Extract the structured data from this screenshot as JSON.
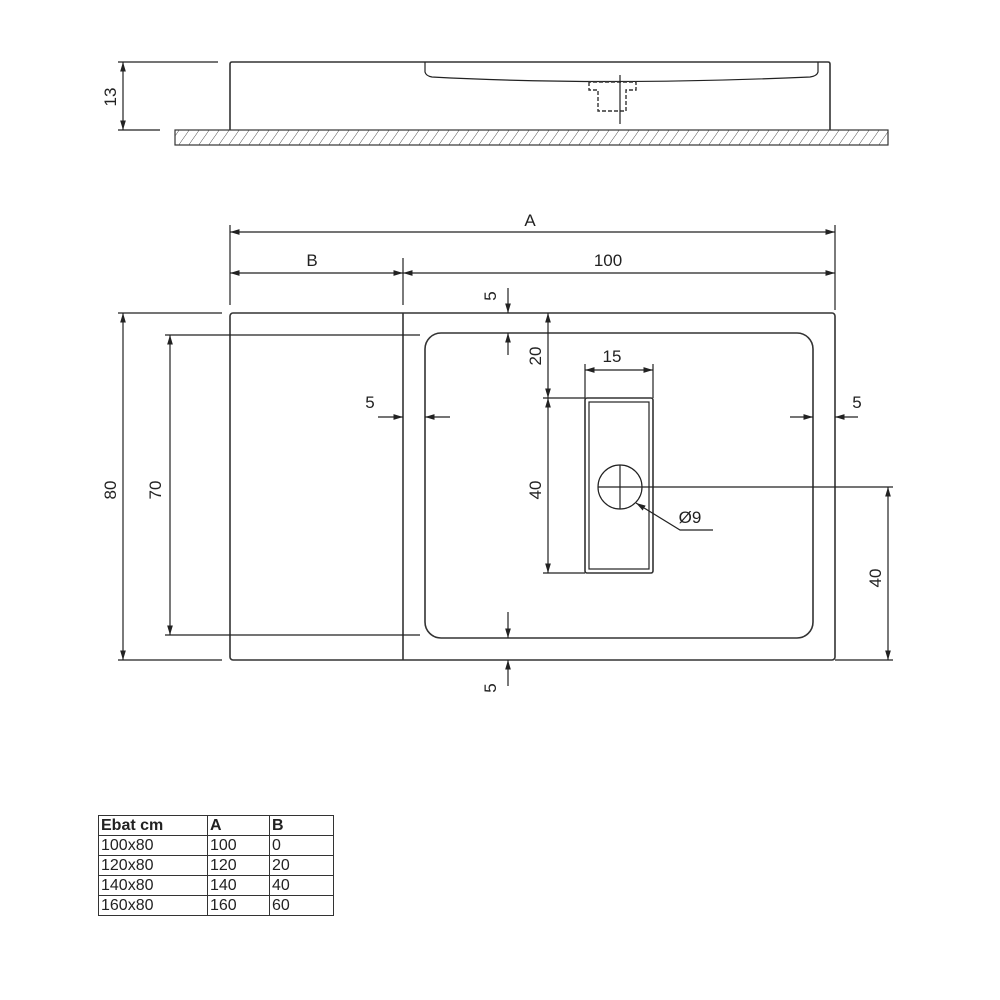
{
  "dimensions": {
    "height": "13",
    "total_length": "A",
    "extension_length": "B",
    "basin_length": "100",
    "total_width": "80",
    "inner_width": "70",
    "top_margin": "5",
    "drain_offset_top": "20",
    "drain_width": "15",
    "drain_length": "40",
    "left_margin": "5",
    "right_margin": "5",
    "drain_diameter": "Ø9",
    "drain_center_offset": "40",
    "bottom_margin": "5"
  },
  "table": {
    "headers": [
      "Ebat cm",
      "A",
      "B"
    ],
    "rows": [
      [
        "100x80",
        "100",
        "0"
      ],
      [
        "120x80",
        "120",
        "20"
      ],
      [
        "140x80",
        "140",
        "40"
      ],
      [
        "160x80",
        "160",
        "60"
      ]
    ]
  }
}
